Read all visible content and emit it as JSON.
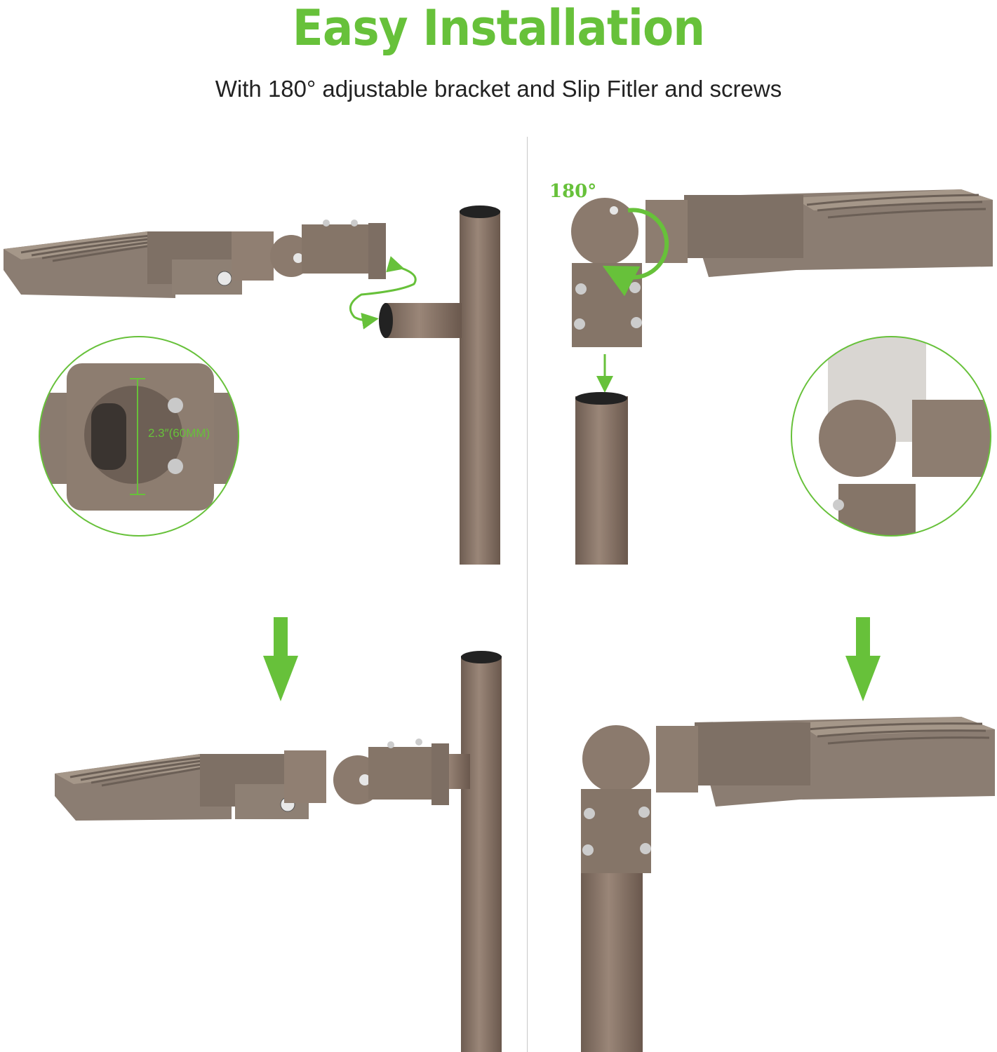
{
  "header": {
    "title": "Easy Installation",
    "subtitle": "With 180° adjustable bracket and Slip Fitler and screws"
  },
  "callouts": {
    "dimension": "2.3″(60MM)",
    "rotation": "180°"
  },
  "colors": {
    "accent_green": "#67c13a",
    "fixture_bronze": "#8b7d72",
    "pole_bronze": "#857266",
    "divider": "#c9c9c9"
  }
}
